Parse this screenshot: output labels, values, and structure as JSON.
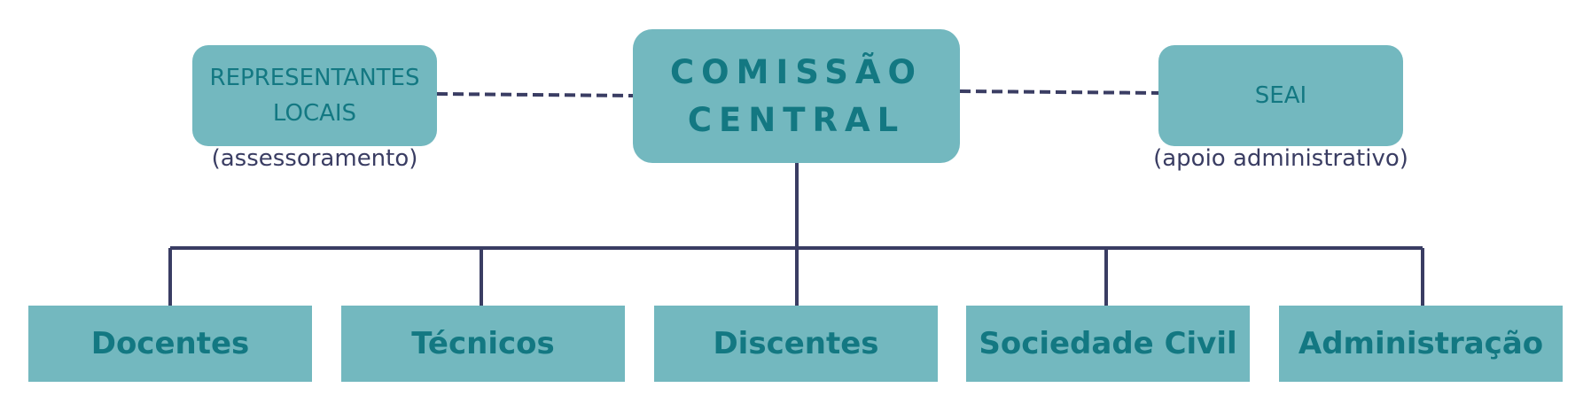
{
  "central": {
    "line1": "COMISSÃO",
    "line2": "CENTRAL"
  },
  "left_box": {
    "line1": "REPRESENTANTES",
    "line2": "LOCAIS",
    "caption": "(assessoramento)"
  },
  "right_box": {
    "label": "SEAI",
    "caption": "(apoio administrativo)"
  },
  "groups": [
    "Docentes",
    "Técnicos",
    "Discentes",
    "Sociedade Civil",
    "Administração"
  ],
  "colors": {
    "box_fill": "#73b8bf",
    "box_text": "#137882",
    "connector": "#3a3d63"
  }
}
